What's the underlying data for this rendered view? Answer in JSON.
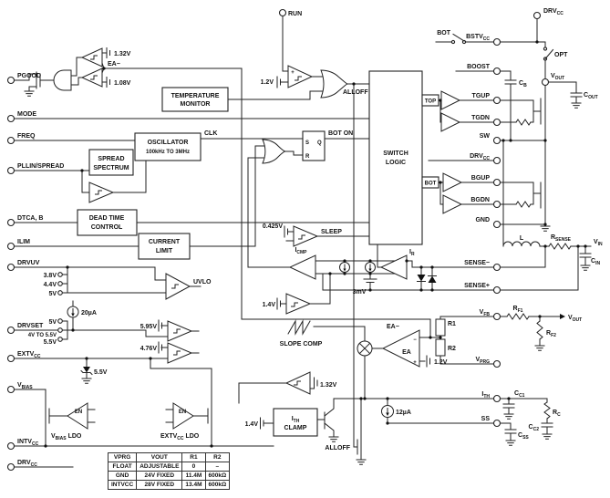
{
  "pins": {
    "pgood": "PGOOD",
    "mode": "MODE",
    "freq": "FREQ",
    "pllin": "PLLIN/SPREAD",
    "dtcab": "DTCA, B",
    "ilim": "ILIM",
    "drvuv": "DRVUV",
    "drvset": "DRVSET",
    "extvcc": [
      "EXTV",
      "CC"
    ],
    "vbias": [
      "V",
      "BIAS"
    ],
    "intvcc": [
      "INTV",
      "CC"
    ],
    "drvcc_left": [
      "DRV",
      "CC"
    ],
    "run": "RUN",
    "drvcc_top": [
      "DRV",
      "CC"
    ],
    "bstvcc": [
      "BSTV",
      "CC"
    ],
    "boost": "BOOST",
    "tgup": "TGUP",
    "tgdn": "TGDN",
    "sw": "SW",
    "drvcc_right": [
      "DRV",
      "CC"
    ],
    "bgup": "BGUP",
    "bgdn": "BGDN",
    "gnd": "GND",
    "sense_m": "SENSE−",
    "sense_p": "SENSE+",
    "vfb": [
      "V",
      "FB"
    ],
    "vprg": [
      "V",
      "PRG"
    ],
    "ith": [
      "I",
      "TH"
    ],
    "ss": "SS"
  },
  "ext": {
    "bot_sw": "BOT",
    "opt": "OPT",
    "vout_top": [
      "V",
      "OUT"
    ],
    "cb": [
      "C",
      "B"
    ],
    "cout": [
      "C",
      "OUT"
    ],
    "l": "L",
    "rsense": [
      "R",
      "SENSE"
    ],
    "vin": [
      "V",
      "IN"
    ],
    "cin": [
      "C",
      "IN"
    ],
    "r1": "R1",
    "r2": "R2",
    "rf1": [
      "R",
      "F1"
    ],
    "rf2": [
      "R",
      "F2"
    ],
    "vout_fb": [
      "V",
      "OUT"
    ],
    "cc1": [
      "C",
      "C1"
    ],
    "rc": [
      "R",
      "C"
    ],
    "cc2": [
      "C",
      "C2"
    ],
    "css": [
      "C",
      "SS"
    ]
  },
  "blk": {
    "temp1": "TEMPERATURE",
    "temp2": "MONITOR",
    "osc1": "OSCILLATOR",
    "osc2": "100kHz TO 3MHz",
    "spread1": "SPREAD",
    "spread2": "SPECTRUM",
    "dt1": "DEAD TIME",
    "dt2": "CONTROL",
    "cl1": "CURRENT",
    "cl2": "LIMIT",
    "sl1": "SWITCH",
    "sl2": "LOGIC",
    "clamp1": [
      "I",
      "TH"
    ],
    "clamp2": "CLAMP",
    "ldo1": [
      "V",
      "BIAS",
      " LDO"
    ],
    "ldo2": [
      "EXTV",
      "CC",
      " LDO"
    ]
  },
  "sig": {
    "clk": "CLK",
    "bot_on": "BOT ON",
    "alloff_top": "ALLOFF",
    "alloff_bot": "ALLOFF",
    "sleep": "SLEEP",
    "top_box": "TOP",
    "bot_box": "BOT",
    "icmp": [
      "I",
      "CMP"
    ],
    "ir": [
      "I",
      "R"
    ],
    "ea": "EA",
    "ea_net_l": "EA−",
    "ea_net_r": "EA−",
    "uvlo": "UVLO",
    "slope": "SLOPE COMP",
    "en_l": "EN",
    "en_r": "EN",
    "s": "S",
    "r": "R",
    "q": "Q",
    "plus": "+",
    "minus": "−"
  },
  "ref": {
    "v132_a": "1.32V",
    "v108": "1.08V",
    "v12_run": "1.2V",
    "v0425": "0.425V",
    "mv3": "3mV",
    "v14_buf": "1.4V",
    "v12_ea": "1.2V",
    "v132_b": "1.32V",
    "v14_clamp": "1.4V",
    "i20": "20µA",
    "i12": "12µA",
    "v38": "3.8V",
    "v44": "4.4V",
    "v5_a": "5V",
    "v5_b": "5V",
    "v4to55": "4V TO 5.5V",
    "v55_a": "5.5V",
    "v55_z": "5.5V",
    "v595": "5.95V",
    "v476": "4.76V"
  },
  "tbl": {
    "h": [
      "VPRG",
      "VOUT",
      "R1",
      "R2"
    ],
    "rows": [
      [
        "FLOAT",
        "ADJUSTABLE",
        "0",
        "–"
      ],
      [
        "GND",
        "24V FIXED",
        "11.4M",
        "600kΩ"
      ],
      [
        "INTVCC",
        "28V FIXED",
        "13.4M",
        "600kΩ"
      ]
    ]
  }
}
